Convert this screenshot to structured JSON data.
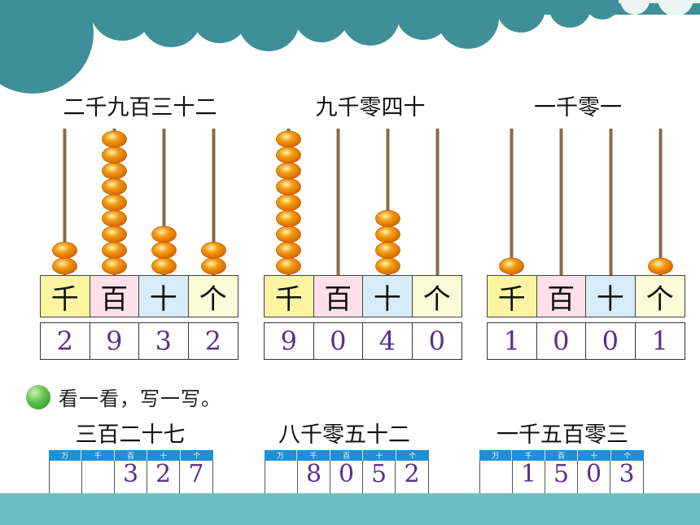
{
  "colors": {
    "cloud_teal": "#3e8f97",
    "bottom_bar": "#6dbdc6",
    "digit_purple": "#5a2f8e",
    "bead_orange": "#f39a12",
    "header_blue": "#1e8fd8",
    "place_thousands": "#fbf4a0",
    "place_hundreds": "#fbdfe9",
    "place_tens": "#d6ecf8",
    "place_ones": "#fdfbd7"
  },
  "abaci": [
    {
      "title": "二千九百三十二",
      "places": [
        "千",
        "百",
        "十",
        "个"
      ],
      "beads": [
        2,
        9,
        3,
        2
      ],
      "digits": [
        "2",
        "9",
        "3",
        "2"
      ]
    },
    {
      "title": "九千零四十",
      "places": [
        "千",
        "百",
        "十",
        "个"
      ],
      "beads": [
        9,
        0,
        4,
        0
      ],
      "digits": [
        "9",
        "0",
        "4",
        "0"
      ]
    },
    {
      "title": "一千零一",
      "places": [
        "千",
        "百",
        "十",
        "个"
      ],
      "beads": [
        1,
        0,
        0,
        1
      ],
      "digits": [
        "1",
        "0",
        "0",
        "1"
      ]
    }
  ],
  "instruction": {
    "icon": "green-bullet-icon",
    "text": "看一看，写一写。"
  },
  "exercises": [
    {
      "word": "三百二十七",
      "headers": [
        "万",
        "千",
        "百",
        "十",
        "个"
      ],
      "digits": [
        "",
        "",
        "3",
        "2",
        "7"
      ]
    },
    {
      "word": "八千零五十二",
      "headers": [
        "万",
        "千",
        "百",
        "十",
        "个"
      ],
      "digits": [
        "",
        "8",
        "0",
        "5",
        "2"
      ]
    },
    {
      "word": "一千五百零三",
      "headers": [
        "万",
        "千",
        "百",
        "十",
        "个"
      ],
      "digits": [
        "",
        "1",
        "5",
        "0",
        "3"
      ]
    }
  ]
}
